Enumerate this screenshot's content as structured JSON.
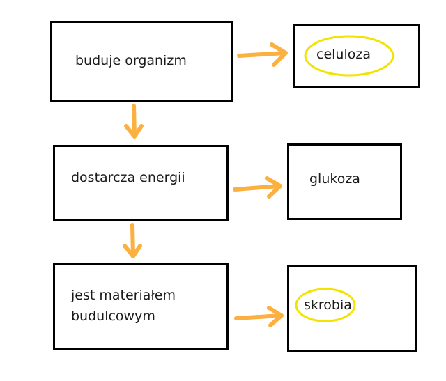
{
  "nodes": {
    "left": [
      "buduje organizm",
      "dostarcza energii",
      "jest materiałem budulcowym"
    ],
    "left_lines": {
      "third_line1": "jest materiałem",
      "third_line2": "budulcowym"
    },
    "right": [
      "celuloza",
      "glukoza",
      "skrobia"
    ]
  },
  "colors": {
    "arrow": "#FBB040",
    "highlight": "#F2E300",
    "border": "#000000"
  },
  "highlighted": [
    "celuloza",
    "skrobia"
  ]
}
